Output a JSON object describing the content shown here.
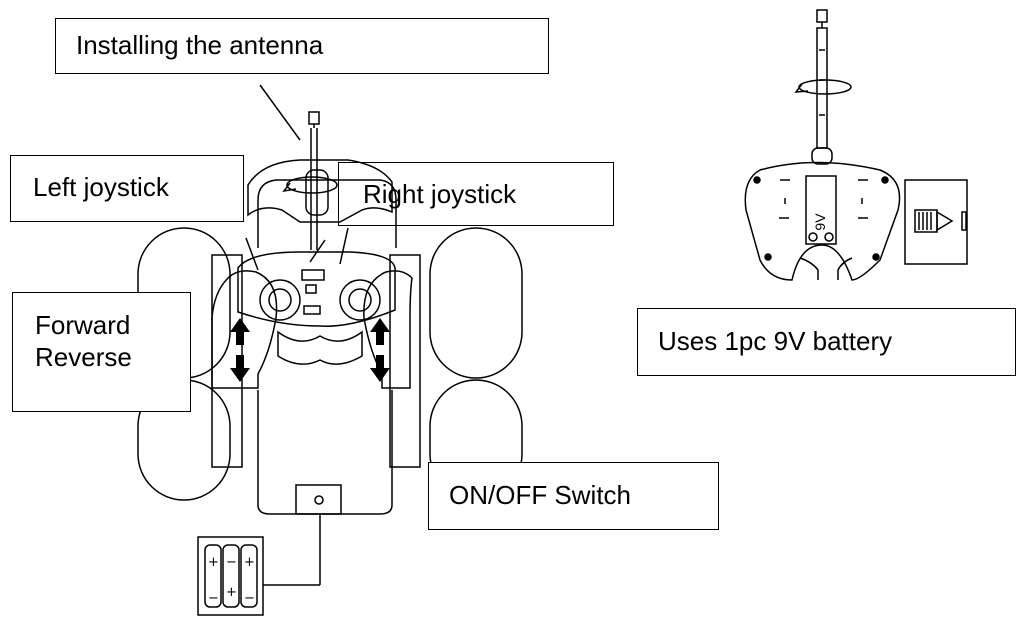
{
  "labels": {
    "antenna": "Installing the antenna",
    "left_joystick": "Left joystick",
    "right_joystick": "Right joystick",
    "forward": "Forward",
    "reverse": "Reverse",
    "on_off": "ON/OFF Switch",
    "battery_9v": "Uses 1pc 9V battery"
  },
  "battery_marking": "9V",
  "icons": {
    "rotate": "rotation-arrow-icon",
    "up_down": "up-down-arrow-icon",
    "insert": "battery-insert-arrow-icon"
  },
  "colors": {
    "line": "#000000",
    "background": "#ffffff"
  }
}
